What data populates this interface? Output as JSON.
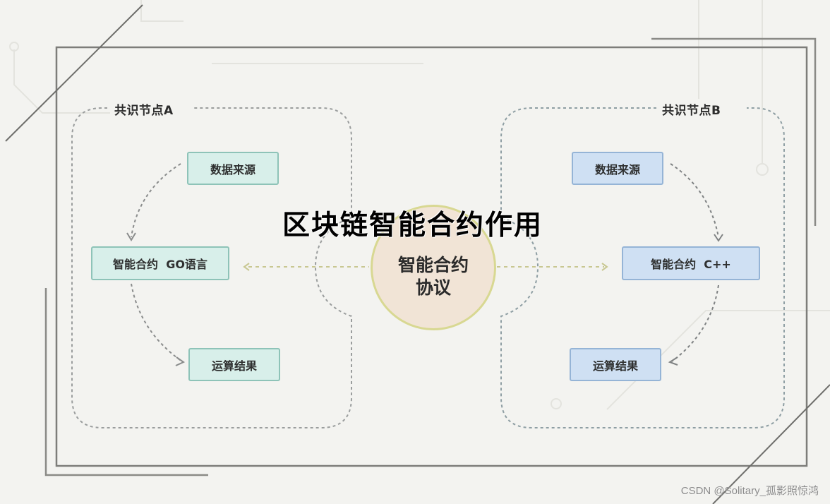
{
  "title": "区块链智能合约作用",
  "center": {
    "line1": "智能合约",
    "line2": "协议",
    "fill": "#f1e4d6",
    "stroke": "#d8d892"
  },
  "node_a": {
    "label": "共识节点A",
    "color_fill": "#d8efea",
    "color_border": "#8ec3b8",
    "steps": [
      {
        "label": "数据来源"
      },
      {
        "label": "智能合约  GO语言"
      },
      {
        "label": "运算结果"
      }
    ]
  },
  "node_b": {
    "label": "共识节点B",
    "color_fill": "#cfe0f3",
    "color_border": "#95b4d6",
    "steps": [
      {
        "label": "数据来源"
      },
      {
        "label": "智能合约  C++"
      },
      {
        "label": "运算结果"
      }
    ]
  },
  "watermark": "CSDN @Solitary_孤影照惊鸿"
}
